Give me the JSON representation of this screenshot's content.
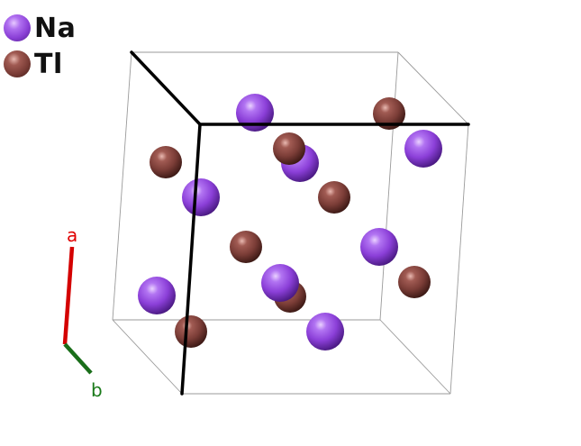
{
  "legend": {
    "items": [
      {
        "element": "Na",
        "color": "#9d4de6"
      },
      {
        "element": "Tl",
        "color": "#8a4a44"
      }
    ]
  },
  "axes": {
    "a": {
      "label": "a",
      "color": "#e00000"
    },
    "b": {
      "label": "b",
      "color": "#1a7a1a"
    }
  }
}
